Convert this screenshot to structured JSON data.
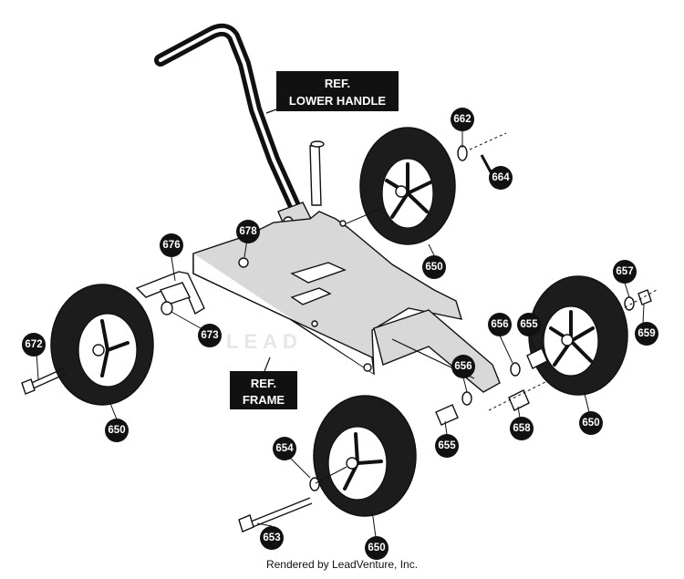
{
  "diagram": {
    "ref_labels": [
      {
        "id": "lower-handle",
        "lines": [
          "REF.",
          "LOWER HANDLE"
        ]
      },
      {
        "id": "frame",
        "lines": [
          "REF.",
          "FRAME"
        ]
      }
    ],
    "callouts": [
      "662",
      "664",
      "678",
      "676",
      "650",
      "657",
      "659",
      "656",
      "655",
      "672",
      "673",
      "656",
      "650",
      "658",
      "650",
      "655",
      "654",
      "653",
      "650"
    ],
    "watermark": "LEAD",
    "footer": "Rendered by LeadVenture, Inc."
  }
}
